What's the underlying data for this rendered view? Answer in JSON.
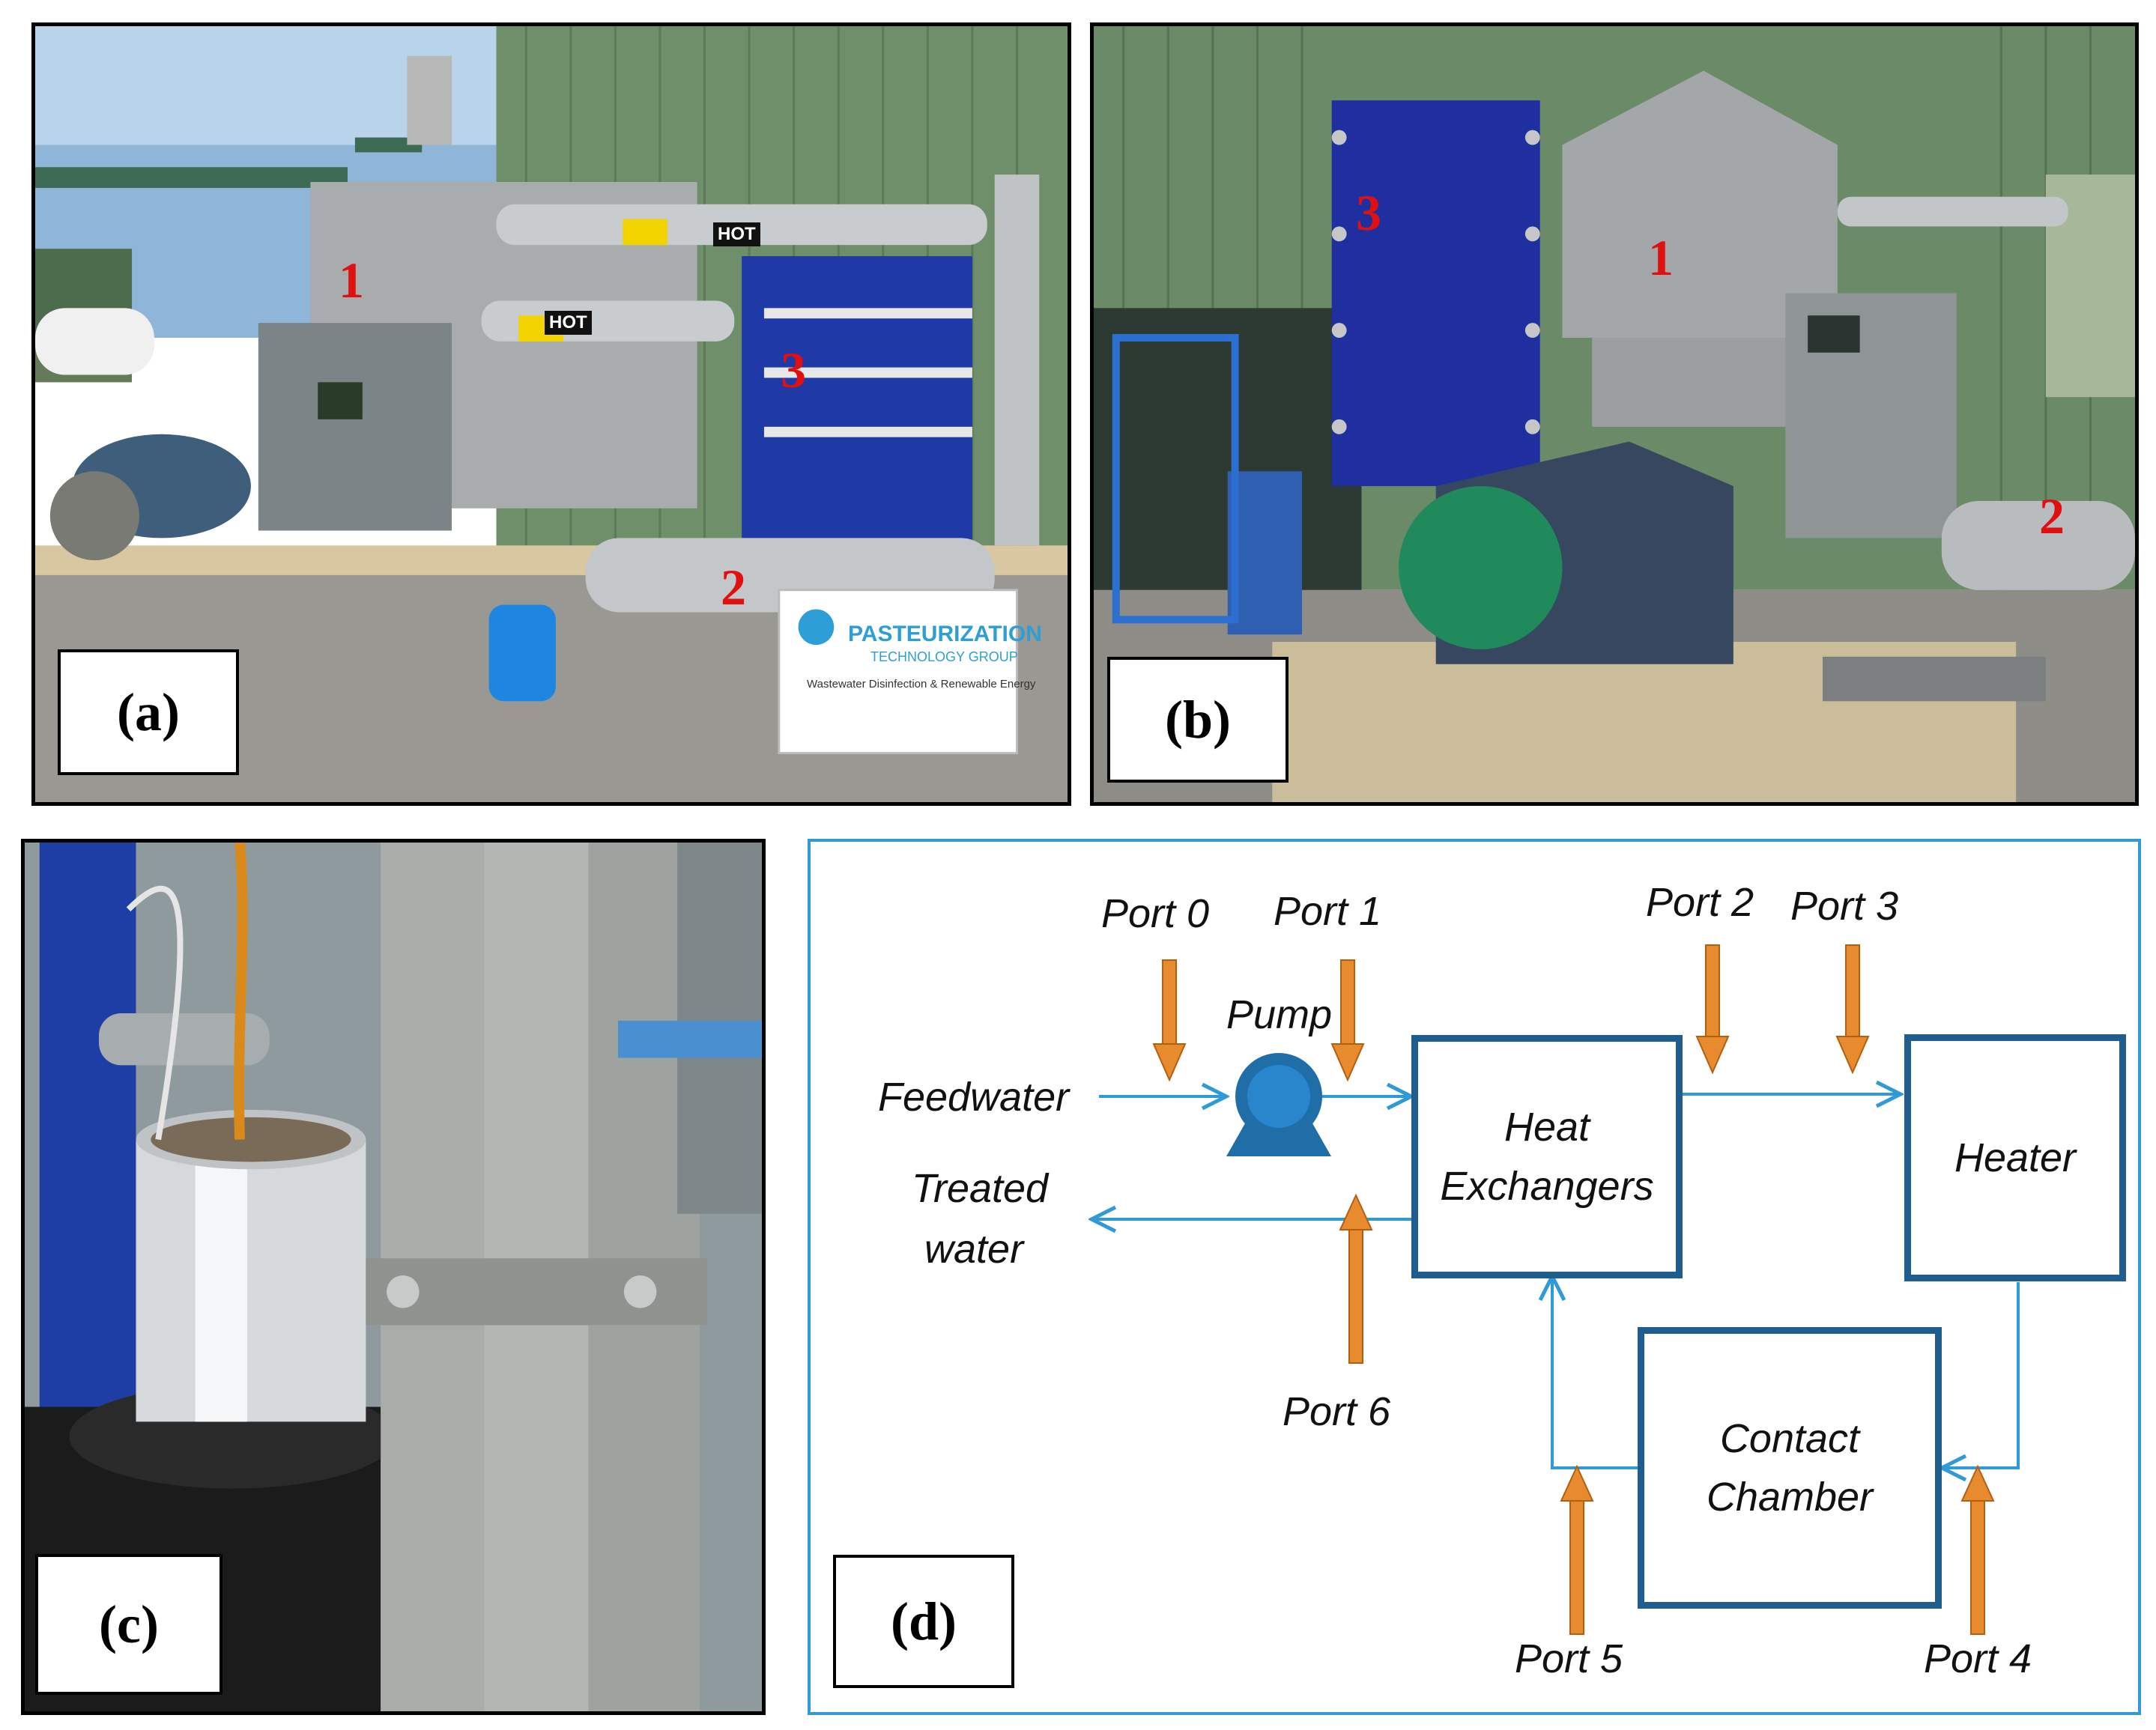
{
  "panels": {
    "a": {
      "label": "(a)",
      "markers": [
        "1",
        "2",
        "3"
      ],
      "sign": {
        "title": "PASTEURIZATION",
        "subtitle": "TECHNOLOGY GROUP",
        "line": "Wastewater Disinfection & Renewable Energy"
      },
      "hot_tags": [
        "HOT",
        "HOT"
      ]
    },
    "b": {
      "label": "(b)",
      "markers": [
        "1",
        "2",
        "3"
      ]
    },
    "c": {
      "label": "(c)"
    },
    "d": {
      "label": "(d)",
      "ports": [
        "Port 0",
        "Port 1",
        "Port 2",
        "Port 3",
        "Port 4",
        "Port 5",
        "Port 6"
      ],
      "pump": "Pump",
      "feedwater": "Feedwater",
      "treated_line1": "Treated",
      "treated_line2": "water",
      "heat_exchangers_line1": "Heat",
      "heat_exchangers_line2": "Exchangers",
      "heater": "Heater",
      "contact_line1": "Contact",
      "contact_line2": "Chamber"
    }
  },
  "colors": {
    "flow": "#2f9ad6",
    "box_border": "#1f5d8f",
    "port_arrow": "#e88a2e",
    "marker_red": "#e01010"
  }
}
